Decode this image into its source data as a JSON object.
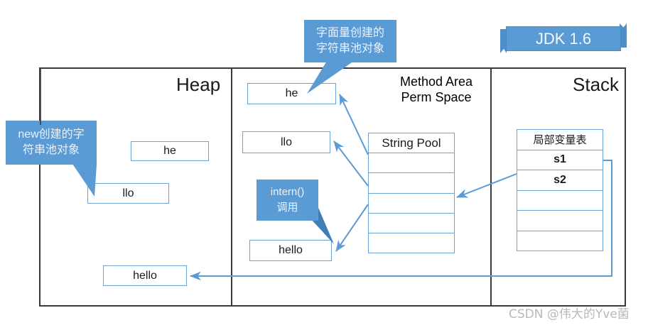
{
  "title": "JDK 1.6 String Pool Memory Model",
  "colors": {
    "callout_fill": "#5b9bd5",
    "callout_text": "#eaf2fb",
    "box_border": "#6ba3d6",
    "frame_border": "#3a3a3a",
    "arrow": "#5b9bd5",
    "watermark": "#b9b9b9"
  },
  "banner": {
    "label": "JDK 1.6"
  },
  "regions": {
    "heap": {
      "title": "Heap"
    },
    "method_area": {
      "title_line1": "Method Area",
      "title_line2": "Perm Space"
    },
    "stack": {
      "title": "Stack"
    }
  },
  "heap_objects": [
    {
      "label": "he"
    },
    {
      "label": "llo"
    },
    {
      "label": "hello"
    }
  ],
  "method_area_objects": [
    {
      "label": "he"
    },
    {
      "label": "llo"
    },
    {
      "label": "hello"
    }
  ],
  "string_pool": {
    "header": "String Pool",
    "rows": [
      "",
      "",
      "",
      "",
      ""
    ]
  },
  "local_variable_table": {
    "header": "局部变量表",
    "rows": [
      "s1",
      "s2",
      "",
      "",
      ""
    ]
  },
  "callouts": [
    {
      "id": "new-object",
      "line1": "new创建的字",
      "line2": "符串池对象"
    },
    {
      "id": "literal-object",
      "line1": "字面量创建的",
      "line2": "字符串池对象"
    },
    {
      "id": "intern-call",
      "line1": "intern()",
      "line2": "调用"
    }
  ],
  "watermark": {
    "text": "CSDN @伟大的Yve菌"
  },
  "icons": {
    "arrow": "arrow-head-icon",
    "callout_tail": "callout-tail-icon",
    "ribbon": "ribbon-icon"
  }
}
